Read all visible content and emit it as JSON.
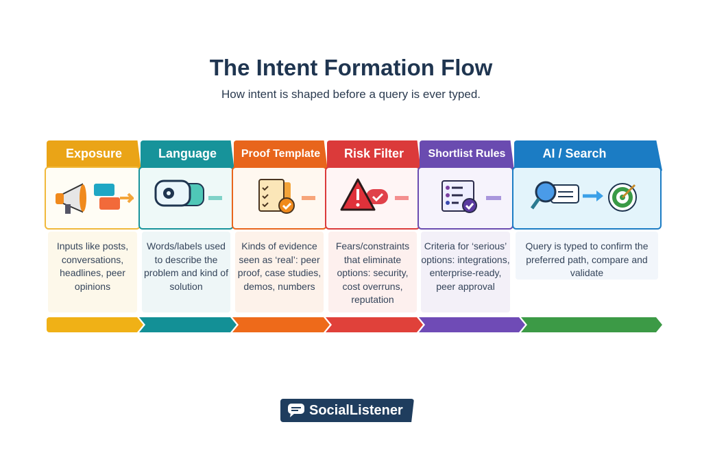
{
  "title": "The Intent Formation Flow",
  "subtitle": "How intent is shaped before a query is ever typed.",
  "stages": [
    {
      "label": "Exposure",
      "text": "Inputs like posts, conversations, headlines, peer opinions",
      "color": "#eaa417",
      "icon": "megaphone-chat-icon"
    },
    {
      "label": "Language",
      "text": "Words/labels used to describe the problem and kind of solution",
      "color": "#17939a",
      "icon": "gear-speech-bubble-icon"
    },
    {
      "label": "Proof Template",
      "text": "Kinds of evidence seen as ‘real’: peer proof, case studies, demos, numbers",
      "color": "#e8651c",
      "icon": "checklist-document-icon"
    },
    {
      "label": "Risk Filter",
      "text": "Fears/constraints that eliminate options: security, cost overruns, reputation",
      "color": "#db3a3a",
      "icon": "warning-triangle-icon"
    },
    {
      "label": "Shortlist Rules",
      "text": "Criteria for ‘serious’ options: integrations, enterprise-ready, peer approval",
      "color": "#6a4bb0",
      "icon": "star-list-check-icon"
    },
    {
      "label": "AI / Search",
      "text": "Query is typed to confirm the preferred path, compare and validate",
      "color": "#1b7cc4",
      "icon": "magnifier-target-icon"
    }
  ],
  "bar_colors": [
    "#f0b116",
    "#139096",
    "#ee6a1a",
    "#e0413a",
    "#6f4bb6",
    "#3c9a46"
  ],
  "logo": {
    "text": "SocialListener"
  }
}
